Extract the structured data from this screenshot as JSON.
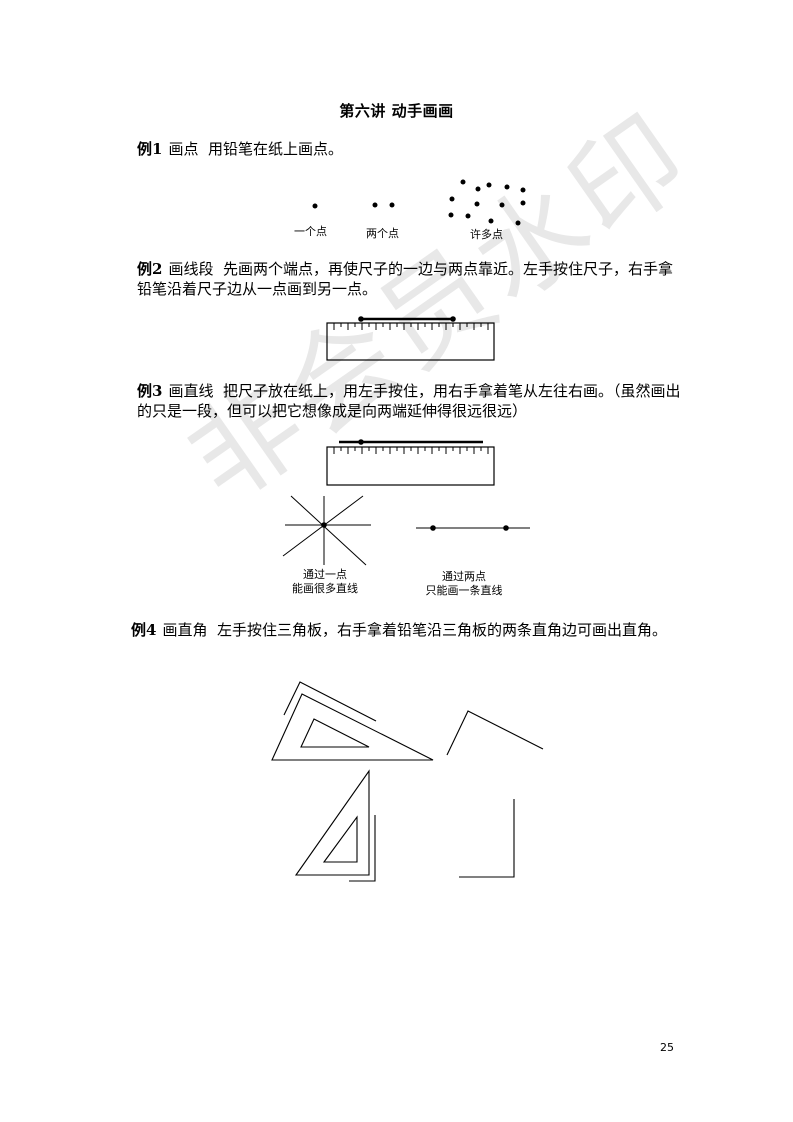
{
  "document": {
    "title": "第六讲  动手画画",
    "page_number": "25",
    "watermark": "非会员水印"
  },
  "examples": [
    {
      "label": "例1",
      "heading": "画点",
      "text": "用铅笔在纸上画点。",
      "captions": [
        "一个点",
        "两个点",
        "许多点"
      ]
    },
    {
      "label": "例2",
      "heading": "画线段",
      "text": "先画两个端点，再使尺子的一边与两点靠近。左手按住尺子，右手拿铅笔沿着尺子边从一点画到另一点。"
    },
    {
      "label": "例3",
      "heading": "画直线",
      "text": "把尺子放在纸上，用左手按住，用右手拿着笔从左往右画。（虽然画出的只是一段，但可以把它想像成是向两端延伸得很远很远）",
      "captions": [
        {
          "line1": "通过一点",
          "line2": "能画很多直线"
        },
        {
          "line1": "通过两点",
          "line2": "只能画一条直线"
        }
      ]
    },
    {
      "label": "例4",
      "heading": "画直角",
      "text": "左手按住三角板，右手拿着铅笔沿三角板的两条直角边可画出直角。"
    }
  ],
  "colors": {
    "ink": "#000000",
    "watermark": "#e8e8e8",
    "background": "#ffffff"
  }
}
